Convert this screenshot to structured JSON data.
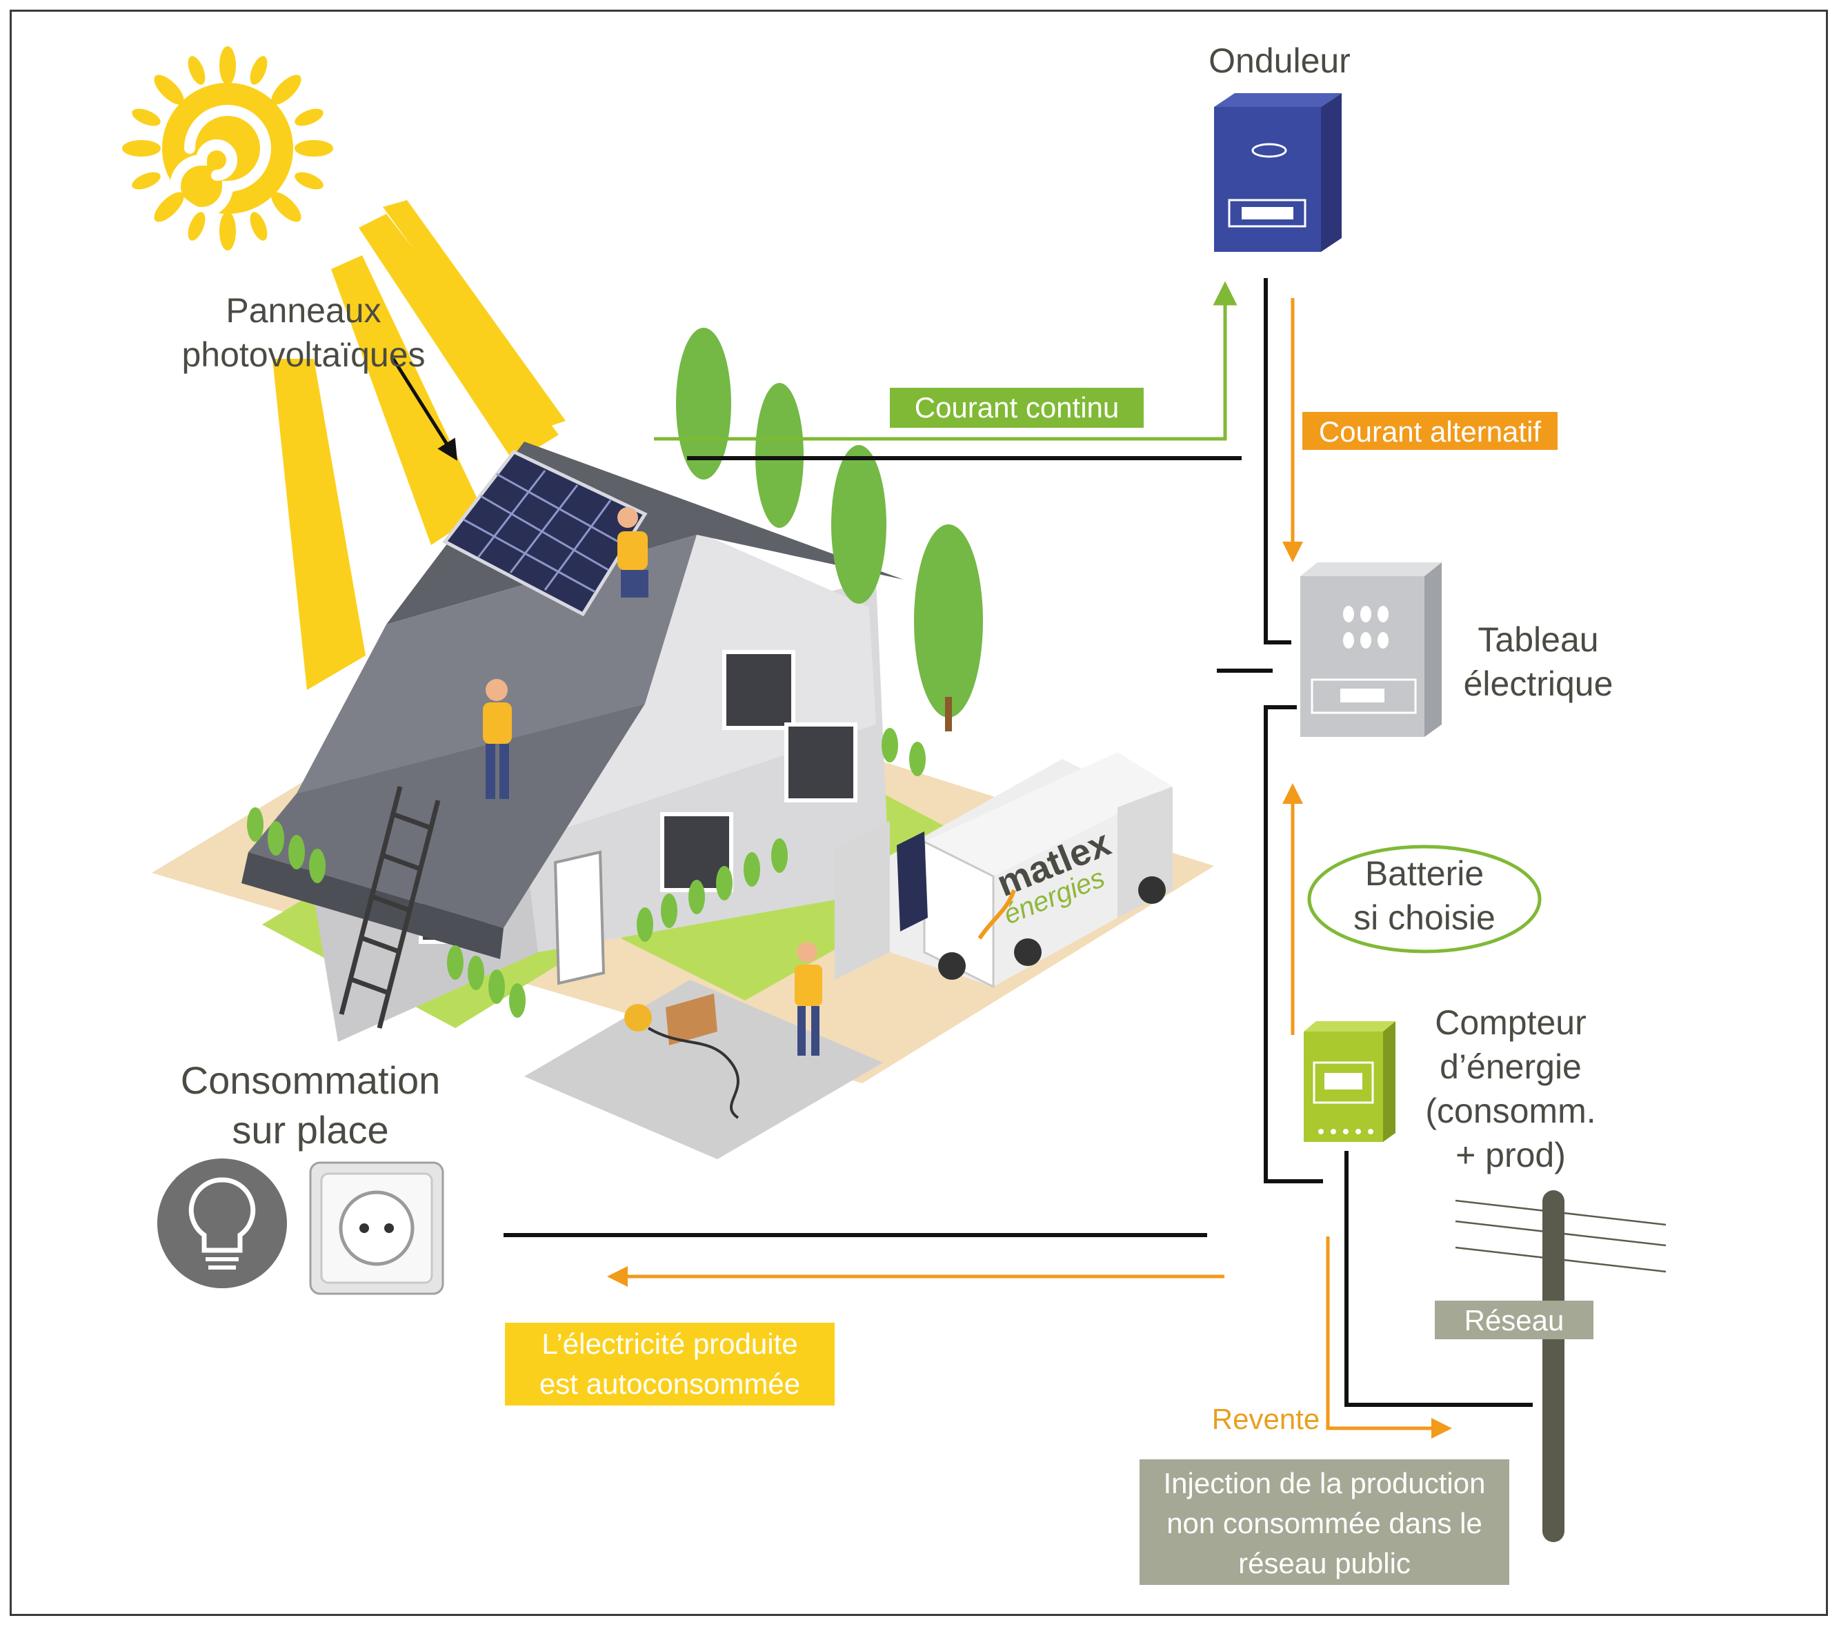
{
  "labels": {
    "panels_l1": "Panneaux",
    "panels_l2": "photovoltaïques",
    "inverter": "Onduleur",
    "dc_current": "Courant continu",
    "ac_current": "Courant alternatif",
    "panel_board_l1": "Tableau",
    "panel_board_l2": "électrique",
    "battery_l1": "Batterie",
    "battery_l2": "si choisie",
    "meter_l1": "Compteur",
    "meter_l2": "d’énergie",
    "meter_l3": "(consomm.",
    "meter_l4": "+ prod)",
    "consumption_l1": "Consommation",
    "consumption_l2": "sur place",
    "grid": "Réseau",
    "resale": "Revente",
    "selfconsumed_l1": "L’électricité produite",
    "selfconsumed_l2": "est autoconsommée",
    "injection_l1": "Injection de la production",
    "injection_l2": "non consommée dans le",
    "injection_l3": "réseau public"
  },
  "truck_brand": {
    "l1": "matlex",
    "l2": "énergies"
  },
  "colors": {
    "sun": "#fbd01c",
    "dc_green": "#80b936",
    "ac_orange": "#f29a1a",
    "wire_black": "#111111",
    "inverter_blue": "#3a4aa0",
    "meter_lime": "#a9c92f",
    "grid_gray": "#a5a894",
    "pole": "#5a5b4c",
    "text": "#4b4b44"
  },
  "icons": [
    "sun-icon",
    "light-bulb-icon",
    "wall-socket-icon",
    "house-illustration",
    "truck-icon",
    "utility-pole-icon"
  ]
}
